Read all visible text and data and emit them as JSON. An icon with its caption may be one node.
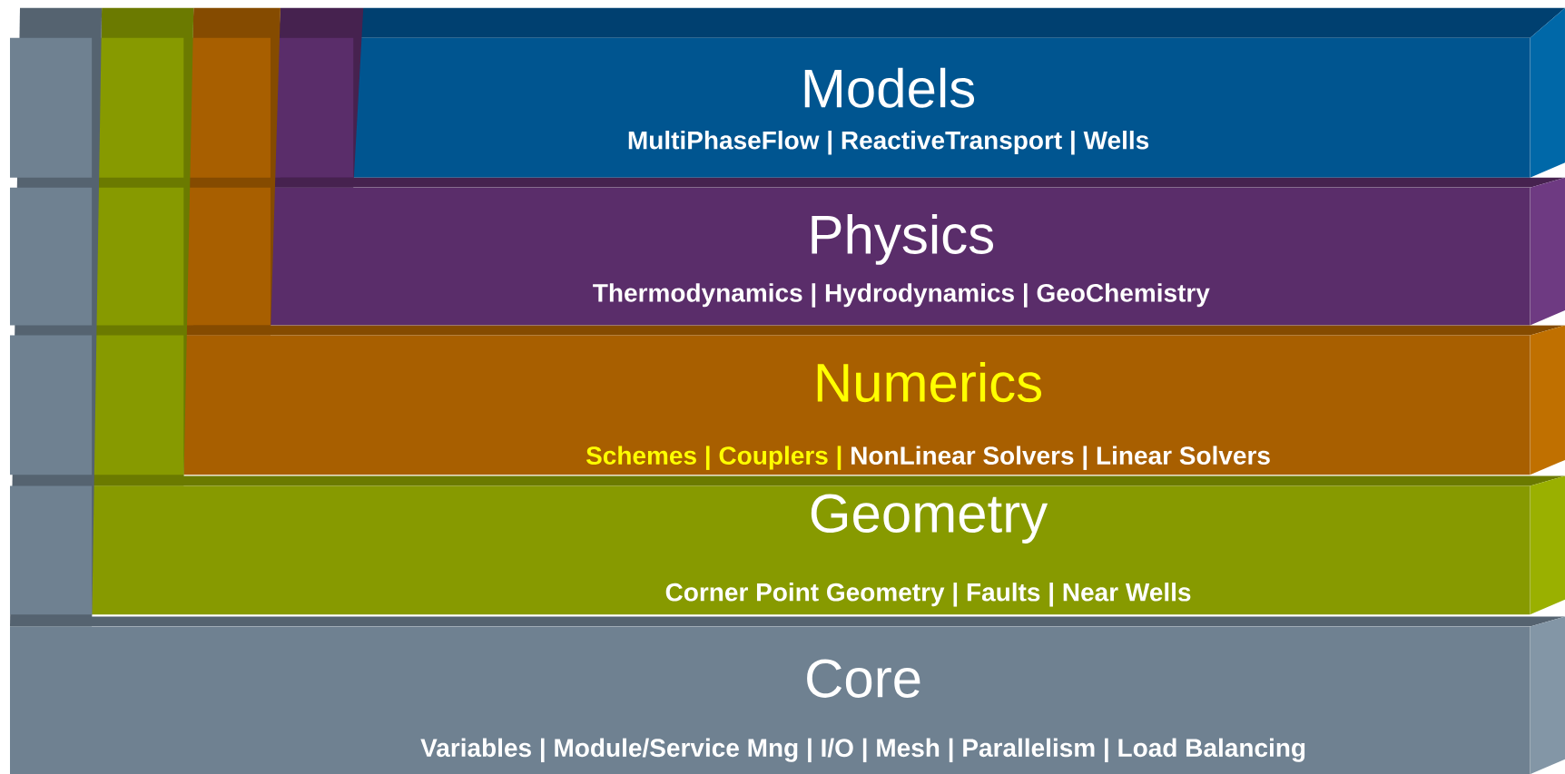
{
  "diagram": {
    "nodes": [
      {
        "text": [
          "Models",
          "MultiPhaseFlow | ReactiveTransport | Wells"
        ]
      },
      {
        "text": [
          "Physics",
          "Thermodynamics | Hydrodynamics | GeoChemistry"
        ]
      },
      {
        "text": [
          "Numerics",
          "Schemes |",
          "Couplers |",
          "NonLinear Solvers | Linear Solvers"
        ]
      },
      {
        "text": [
          "Geometry",
          "Corner Point Geometry | Faults | Near Wells"
        ]
      },
      {
        "text": [
          "Core",
          "Variables | Module/Service Mng | I/O | Mesh | Parallelism | Load Balancing"
        ]
      }
    ]
  }
}
